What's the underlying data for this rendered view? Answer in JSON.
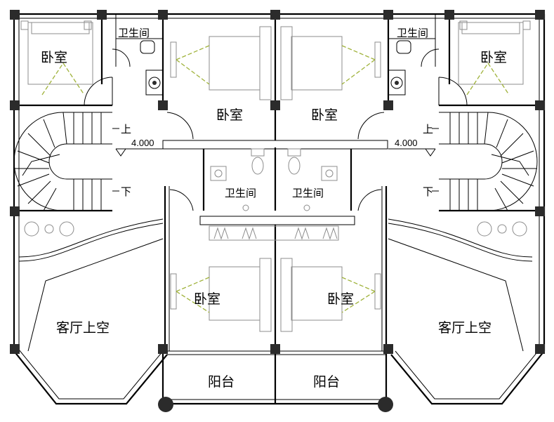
{
  "rooms": {
    "bedroom_tl": "卧室",
    "bedroom_tr": "卧室",
    "bedroom_cl": "卧室",
    "bedroom_cr": "卧室",
    "bedroom_ll": "卧室",
    "bedroom_lr": "卧室",
    "bath_tl": "卫生间",
    "bath_tr": "卫生间",
    "bath_cl": "卫生间",
    "bath_cr": "卫生间",
    "void_l": "客厅上空",
    "void_r": "客厅上空",
    "balcony_l": "阳台",
    "balcony_r": "阳台"
  },
  "stairs": {
    "up_l": "上",
    "down_l": "下",
    "up_r": "上",
    "down_r": "下"
  },
  "levels": {
    "left": "4.000",
    "right": "4.000"
  }
}
